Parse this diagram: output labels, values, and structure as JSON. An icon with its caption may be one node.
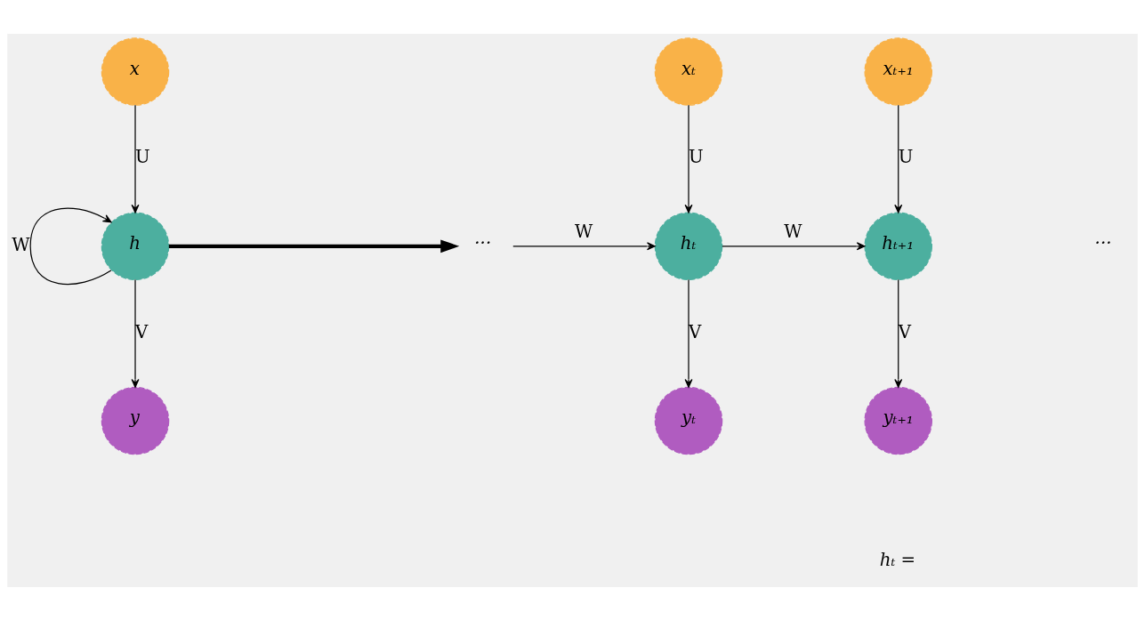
{
  "diagram": {
    "nodes": [
      {
        "text": [
          "x"
        ]
      },
      {
        "text": [
          "h"
        ]
      },
      {
        "text": [
          "y"
        ]
      },
      {
        "text": [
          "···"
        ]
      },
      {
        "text": [
          "xₜ"
        ]
      },
      {
        "text": [
          "hₜ"
        ]
      },
      {
        "text": [
          "yₜ"
        ]
      },
      {
        "text": [
          "xₜ₊₁"
        ]
      },
      {
        "text": [
          "hₜ₊₁"
        ]
      },
      {
        "text": [
          "yₜ₊₁"
        ]
      }
    ],
    "edges": [
      {
        "from": 0,
        "to": 1,
        "arrow": "to",
        "label": "U"
      },
      {
        "from": 1,
        "to": 1,
        "arrow": "to",
        "label": "W"
      },
      {
        "from": 1,
        "to": 2,
        "arrow": "to",
        "label": "V"
      },
      {
        "from": 1,
        "to": 3,
        "arrow": "to",
        "style": "thick"
      },
      {
        "from": 3,
        "to": 5,
        "arrow": "to",
        "label": "W"
      },
      {
        "from": 4,
        "to": 5,
        "arrow": "to",
        "label": "U"
      },
      {
        "from": 5,
        "to": 6,
        "arrow": "to",
        "label": "V"
      },
      {
        "from": 5,
        "to": 8,
        "arrow": "to",
        "label": "W"
      },
      {
        "from": 7,
        "to": 8,
        "arrow": "to",
        "label": "U"
      },
      {
        "from": 8,
        "to": 9,
        "arrow": "to",
        "label": "V"
      }
    ],
    "labels": [
      "···",
      "hₜ ="
    ]
  }
}
